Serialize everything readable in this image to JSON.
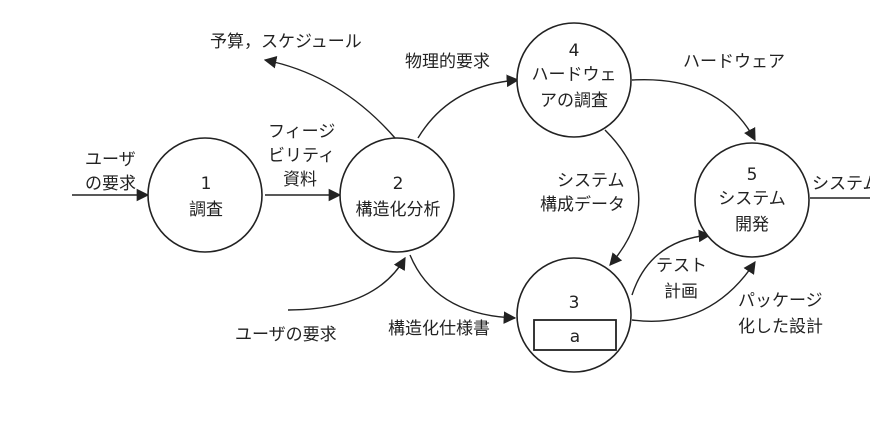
{
  "nodes": [
    {
      "id": "1",
      "number": "1",
      "lines": [
        "調査"
      ]
    },
    {
      "id": "2",
      "number": "2",
      "lines": [
        "構造化分析"
      ]
    },
    {
      "id": "3",
      "number": "3",
      "box_label": "a"
    },
    {
      "id": "4",
      "number": "4",
      "lines": [
        "ハードウェ",
        "アの調査"
      ]
    },
    {
      "id": "5",
      "number": "5",
      "lines": [
        "システム",
        "開発"
      ]
    }
  ],
  "flows": {
    "user_req_in": [
      "ユーザ",
      "の要求"
    ],
    "feasibility": [
      "フィージ",
      "ビリティ",
      "資料"
    ],
    "budget": [
      "予算，スケジュール"
    ],
    "physical_req": [
      "物理的要求"
    ],
    "hardware": [
      "ハードウェア"
    ],
    "system_config": [
      "システム",
      "構成データ"
    ],
    "test_plan": [
      "テスト",
      "計画"
    ],
    "package_design": [
      "パッケージ",
      "化した設計"
    ],
    "user_req_bottom": [
      "ユーザの要求"
    ],
    "structured_spec": [
      "構造化仕様書"
    ],
    "system_out": [
      "システム"
    ]
  },
  "colors": {
    "ink": "#222222",
    "background": "#ffffff"
  }
}
